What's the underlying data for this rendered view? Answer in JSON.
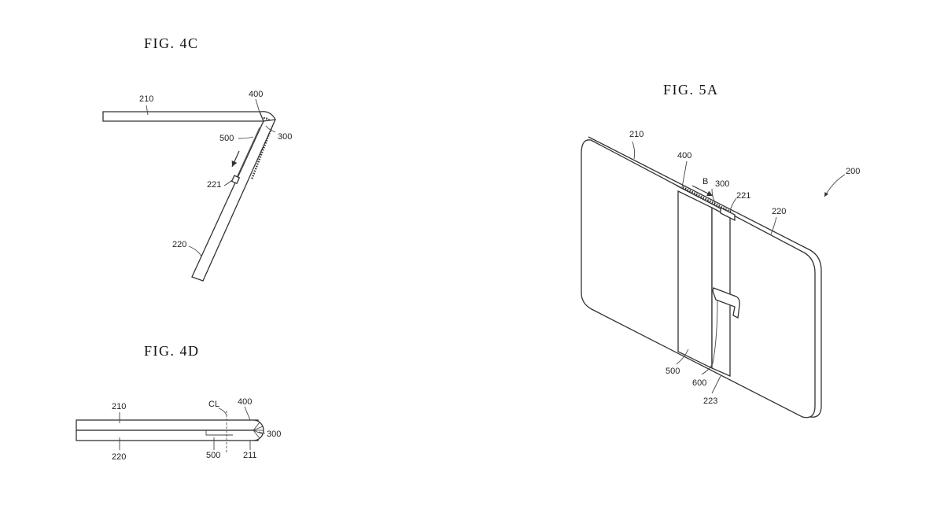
{
  "figures": {
    "fig4c": {
      "title": "FIG. 4C",
      "labels": {
        "r210": "210",
        "r400": "400",
        "r500": "500",
        "r300": "300",
        "r221": "221",
        "r220": "220"
      }
    },
    "fig4d": {
      "title": "FIG. 4D",
      "labels": {
        "r210": "210",
        "rCL": "CL",
        "r400": "400",
        "r300": "300",
        "r220": "220",
        "r500": "500",
        "r211": "211"
      }
    },
    "fig5a": {
      "title": "FIG. 5A",
      "labels": {
        "r210": "210",
        "r400": "400",
        "rB": "B",
        "r300": "300",
        "r221": "221",
        "r200": "200",
        "r220": "220",
        "r500": "500",
        "r600": "600",
        "r223": "223"
      }
    }
  },
  "colors": {
    "line": "#333333",
    "text": "#222222",
    "background": "#ffffff"
  }
}
